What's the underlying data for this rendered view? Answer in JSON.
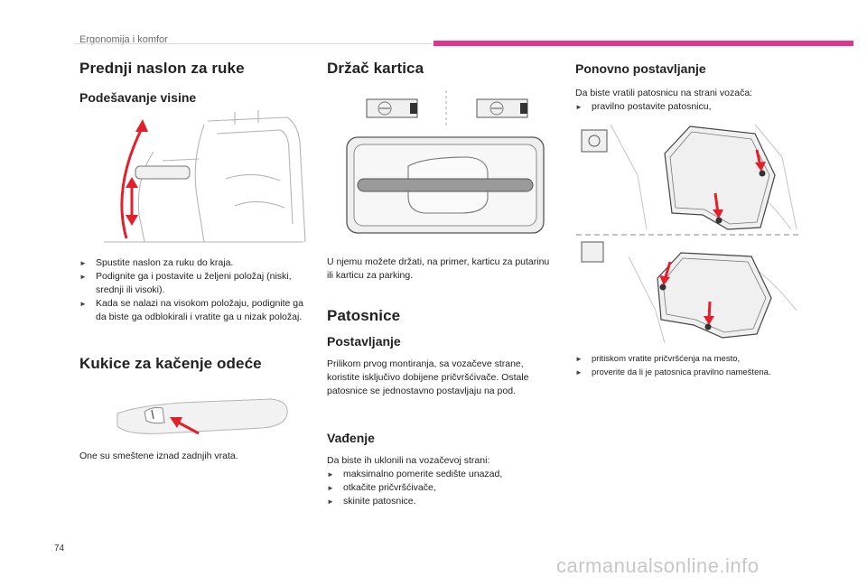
{
  "header": {
    "section_label": "Ergonomija i komfor",
    "accent_color": "#e4338d"
  },
  "col1": {
    "title": "Prednji naslon za ruke",
    "subtitle": "Podešavanje visine",
    "bullets": [
      "Spustite naslon za ruku do kraja.",
      "Podignite ga i postavite u željeni položaj (niski, srednji ili visoki).",
      "Kada se nalazi na visokom položaju, podignite ga da biste ga odblokirali i vratite ga u nizak položaj."
    ],
    "hooks_title": "Kukice za kačenje odeće",
    "hooks_text": "One su smeštene iznad zadnjih vrata."
  },
  "col2": {
    "title": "Držač kartica",
    "card_text": "U njemu možete držati, na primer, karticu za putarinu ili karticu za parking.",
    "mats_title": "Patosnice",
    "install_title": "Postavljanje",
    "install_text": "Prilikom prvog montiranja, sa vozačeve strane, koristite isključivo dobijene pričvršćivače. Ostale patosnice se jednostavno postavljaju na pod.",
    "remove_title": "Vađenje",
    "remove_intro": "Da biste ih uklonili na vozačevoj strani:",
    "remove_bullets": [
      "maksimalno pomerite sedište unazad,",
      "otkačite pričvršćivače,",
      "skinite patosnice."
    ]
  },
  "col3": {
    "title": "Ponovno postavljanje",
    "intro": "Da biste vratili patosnicu na strani vozača:",
    "bullets_top": [
      "pravilno postavite patosnicu,"
    ],
    "bullets_bottom": [
      "pritiskom vratite pričvršćenja na mesto,",
      "proverite da li je patosnica pravilno nameštena."
    ]
  },
  "footer": {
    "page_number": "74",
    "watermark": "carmanualsonline.info"
  },
  "colors": {
    "arrow_red": "#e2202c",
    "line_gray": "#9a9a9a"
  }
}
